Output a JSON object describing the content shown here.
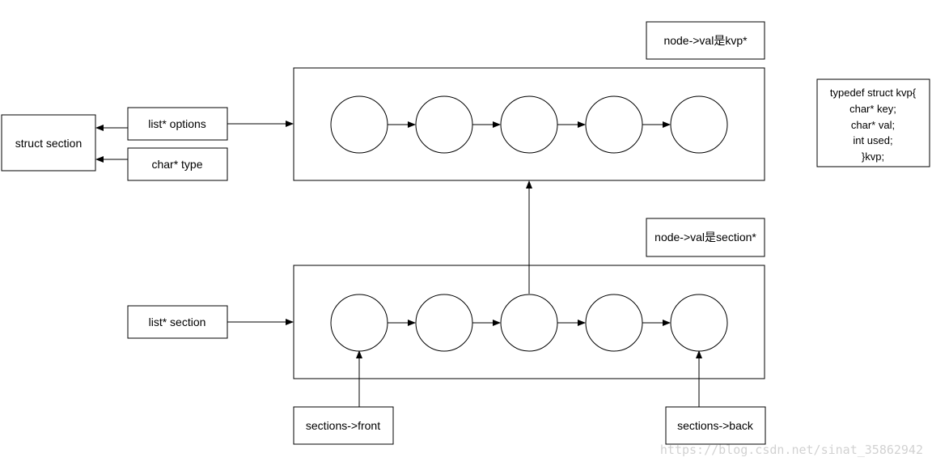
{
  "labels": {
    "struct_section": "struct section",
    "list_options": "list* options",
    "char_type": "char* type",
    "list_section": "list* section",
    "sections_front": "sections->front",
    "sections_back": "sections->back",
    "node_val_kvp": "node->val是kvp*",
    "node_val_section": "node->val是section*"
  },
  "code_block": {
    "lines": [
      "typedef struct kvp{",
      "char* key;",
      "char* val;",
      "int used;",
      "}kvp;"
    ]
  },
  "lists": {
    "options_node_count": 5,
    "section_node_count": 5
  },
  "watermark": "https://blog.csdn.net/sinat_35862942",
  "colors": {
    "stroke": "#000000",
    "background": "#ffffff",
    "watermark": "#d2d2d2"
  }
}
